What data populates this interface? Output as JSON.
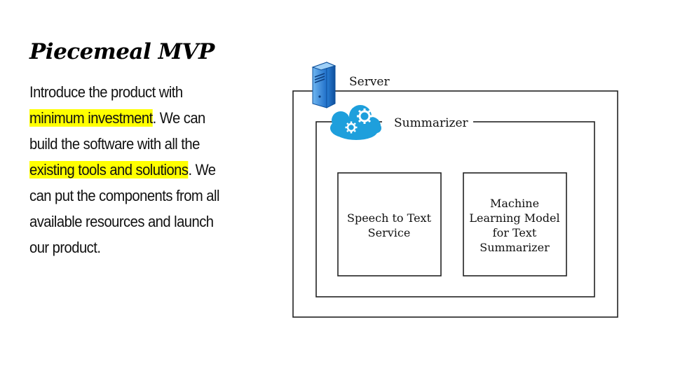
{
  "slide": {
    "title": "Piecemeal MVP",
    "paragraph": {
      "part1": "Introduce the product with ",
      "highlight1": "minimum investment",
      "part2": ". We can build the software with all the ",
      "highlight2": "existing  tools and solutions",
      "part3": ". We can put the components from all available resources and launch our product."
    },
    "highlight_color": "#ffff00"
  },
  "diagram": {
    "server": {
      "label": "Server",
      "icon": "server-icon"
    },
    "summarizer": {
      "label": "Summarizer",
      "icon": "cloud-gears-icon",
      "icon_color": "#1e9fdc"
    },
    "components": [
      {
        "lines": [
          "Speech to Text",
          "Service"
        ]
      },
      {
        "lines": [
          "Machine",
          "Learning Model",
          "for Text",
          "Summarizer"
        ]
      }
    ]
  }
}
